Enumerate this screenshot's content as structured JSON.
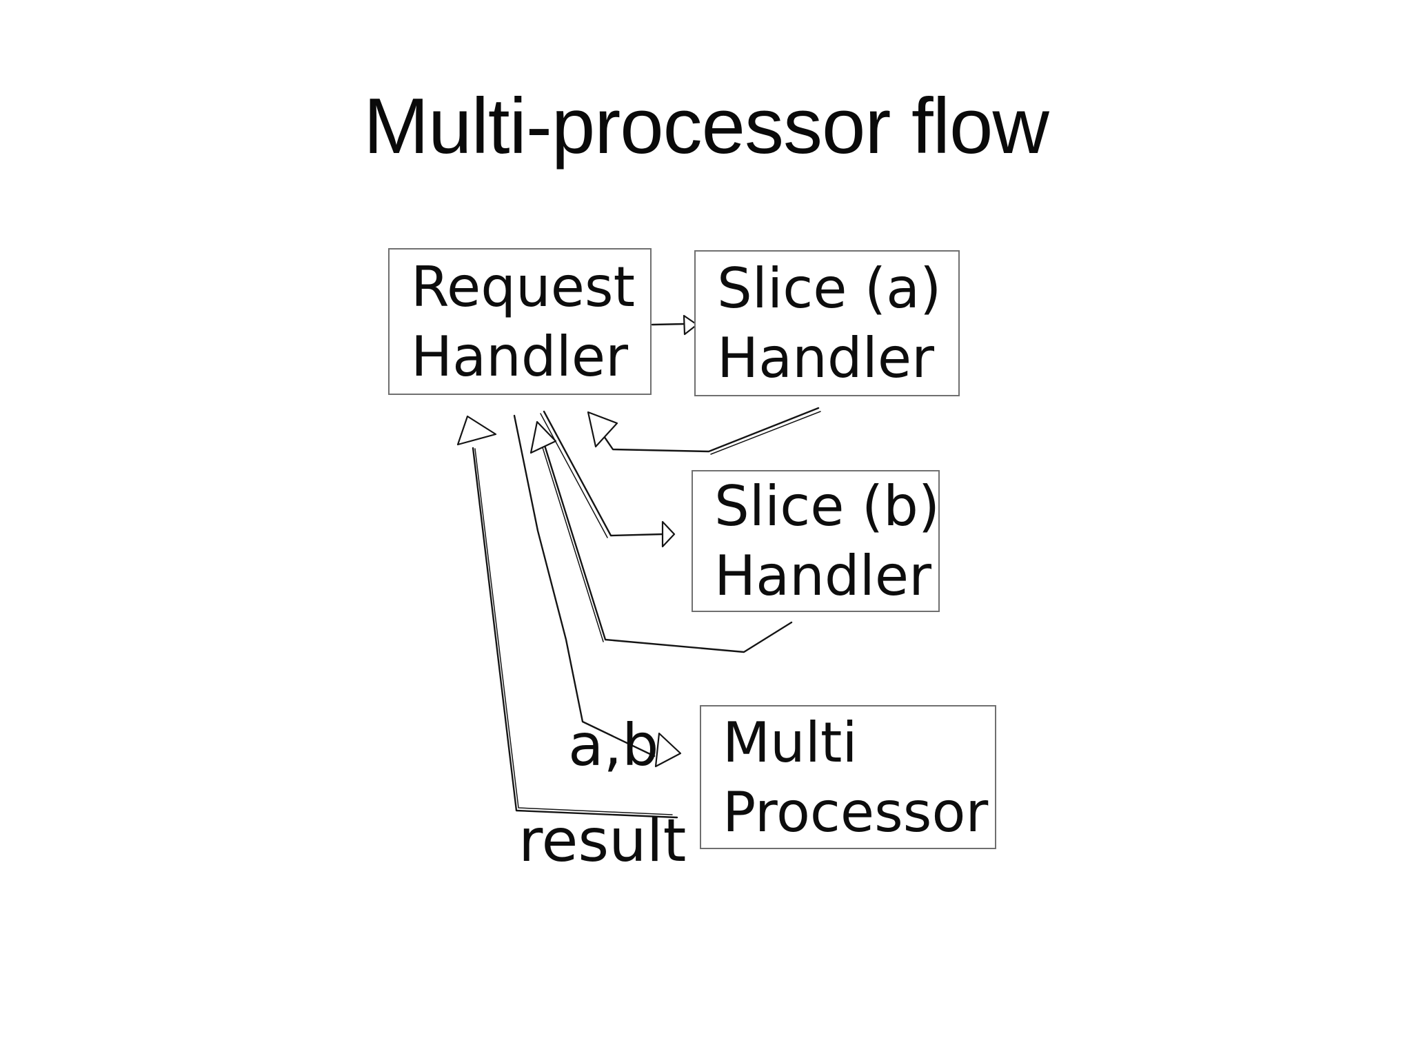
{
  "title": "Multi-processor flow",
  "diagram": {
    "nodes": [
      {
        "id": "request-handler",
        "label_lines": [
          "Request",
          "Handler"
        ]
      },
      {
        "id": "slice-a-handler",
        "label_lines": [
          "Slice (a)",
          "Handler"
        ]
      },
      {
        "id": "slice-b-handler",
        "label_lines": [
          "Slice (b)",
          "Handler"
        ]
      },
      {
        "id": "multi-processor",
        "label_lines": [
          "Multi",
          "Processor"
        ]
      }
    ],
    "edges": [
      {
        "from": "request-handler",
        "to": "slice-a-handler",
        "label": ""
      },
      {
        "from": "slice-a-handler",
        "to": "request-handler",
        "label": ""
      },
      {
        "from": "request-handler",
        "to": "slice-b-handler",
        "label": ""
      },
      {
        "from": "slice-b-handler",
        "to": "request-handler",
        "label": ""
      },
      {
        "from": "request-handler",
        "to": "multi-processor",
        "label": "a,b"
      },
      {
        "from": "multi-processor",
        "to": "request-handler",
        "label": "result"
      }
    ]
  },
  "colors": {
    "background": "#ffffff",
    "line": "#141414",
    "box_border": "#6f6f6f",
    "text": "#0d0d0d"
  }
}
